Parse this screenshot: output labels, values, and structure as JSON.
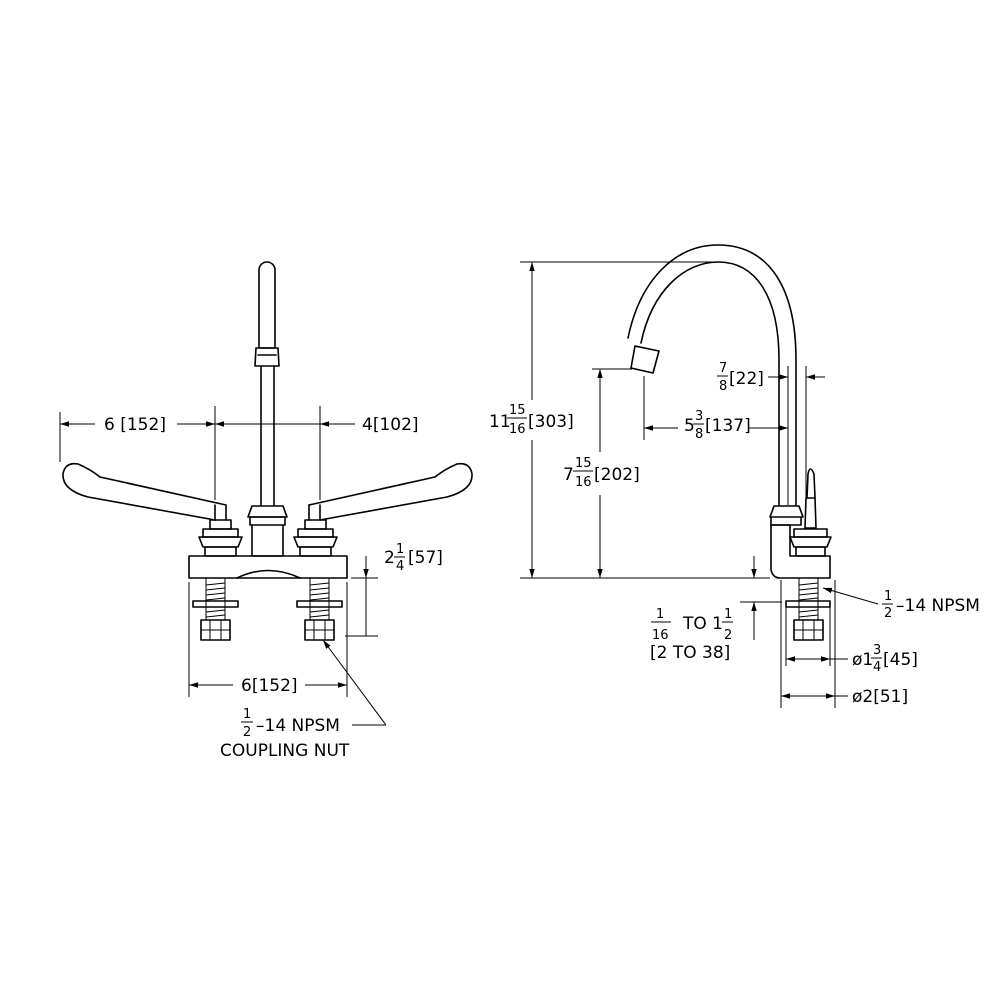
{
  "front_view": {
    "handle_spread": {
      "whole": "6",
      "metric": "[152]"
    },
    "spout_offset": {
      "whole": "4",
      "metric": "[102]"
    },
    "shank_height": {
      "whole": "2",
      "num": "1",
      "den": "4",
      "metric": "[57]"
    },
    "centers": {
      "whole": "6",
      "metric": "[152]"
    },
    "thread_note": {
      "num": "1",
      "den": "2",
      "rest": "–14  NPSM",
      "line2": "COUPLING NUT"
    }
  },
  "side_view": {
    "overall_height": {
      "whole": "11",
      "num": "15",
      "den": "16",
      "metric": "[303]"
    },
    "outlet_height": {
      "whole": "7",
      "num": "15",
      "den": "16",
      "metric": "[202]"
    },
    "spout_reach": {
      "whole": "5",
      "num": "3",
      "den": "8",
      "metric": "[137]"
    },
    "tube_diameter": {
      "num": "7",
      "den": "8",
      "metric": "[22]"
    },
    "deck_range": {
      "a_num": "1",
      "a_den": "16",
      "mid": "TO  1",
      "b_num": "1",
      "b_den": "2",
      "line2": "[2 TO 38]"
    },
    "thread_note": {
      "num": "1",
      "den": "2",
      "rest": "–14  NPSM"
    },
    "flange_dia_small": {
      "prefix": "ø1",
      "num": "3",
      "den": "4",
      "metric": "[45]"
    },
    "flange_dia_large": {
      "prefix": "ø2",
      "metric": "[51]"
    }
  }
}
